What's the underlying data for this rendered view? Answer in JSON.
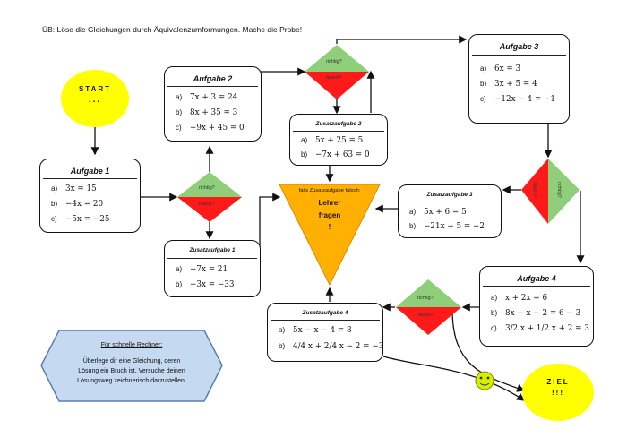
{
  "instruction": "ÜB: Löse die Gleichungen  durch Äquivalenzumformungen. Mache die Probe!",
  "start": {
    "label": "START",
    "dots": "..."
  },
  "goal": {
    "label": "ZIEL",
    "marks": "!!!"
  },
  "diamond_labels": {
    "correct": "richtig?",
    "wrong": "falsch?"
  },
  "task1": {
    "title": "Aufgabe 1",
    "items": [
      {
        "label": "a)",
        "eq": "3x = 15"
      },
      {
        "label": "b)",
        "eq": "−4x = 20"
      },
      {
        "label": "c)",
        "eq": "−5x = −25"
      }
    ]
  },
  "task2": {
    "title": "Aufgabe 2",
    "items": [
      {
        "label": "a)",
        "eq": "7x + 3 = 24"
      },
      {
        "label": "b)",
        "eq": "8x + 35 = 3"
      },
      {
        "label": "c)",
        "eq": "−9x + 45 = 0"
      }
    ]
  },
  "task3": {
    "title": "Aufgabe 3",
    "items": [
      {
        "label": "a)",
        "eq": "6x = 3"
      },
      {
        "label": "b)",
        "eq": "3x + 5 = 4"
      },
      {
        "label": "c)",
        "eq": "−12x − 4 = −1"
      }
    ]
  },
  "task4": {
    "title": "Aufgabe 4",
    "items": [
      {
        "label": "a)",
        "eq": "x + 2x = 6"
      },
      {
        "label": "b)",
        "eq": "8x − x − 2 = 6 − 3"
      },
      {
        "label": "c)",
        "eq": "3/2 x + 1/2 x + 2 = 3"
      }
    ]
  },
  "extra1": {
    "title": "Zusatzaufgabe 1",
    "items": [
      {
        "label": "a)",
        "eq": "−7x = 21"
      },
      {
        "label": "b)",
        "eq": "−3x = −33"
      }
    ]
  },
  "extra2": {
    "title": "Zusatzaufgabe 2",
    "items": [
      {
        "label": "a)",
        "eq": "5x + 25 = 5"
      },
      {
        "label": "b)",
        "eq": "−7x + 63 = 0"
      }
    ]
  },
  "extra3": {
    "title": "Zusatzaufgabe 3",
    "items": [
      {
        "label": "a)",
        "eq": "5x + 6 = 5"
      },
      {
        "label": "b)",
        "eq": "−21x − 5 = −2"
      }
    ]
  },
  "extra4": {
    "title": "Zusatzaufgabe 4",
    "items": [
      {
        "label": "a)",
        "eq": "5x − x − 4 = 8"
      },
      {
        "label": "b)",
        "eq": "4/4 x + 2/4 x − 2 = −3"
      }
    ]
  },
  "teacher": {
    "note": "falls Zusatzaufgabe falsch:",
    "line1": "Lehrer",
    "line2": "fragen",
    "line3": "!"
  },
  "fast": {
    "title": "Für schnelle Rechner:",
    "line1": "Überlege dir eine Gleichung, deren",
    "line2": "Lösung ein Bruch ist. Versuche deinen",
    "line3": "Lösungsweg zeichnerisch darzustellen."
  },
  "colors": {
    "green": "#8fcf79",
    "red": "#ff1a1a",
    "yellow": "#ffff00",
    "orange": "#ffb000",
    "blue": "#c5d9f1"
  }
}
